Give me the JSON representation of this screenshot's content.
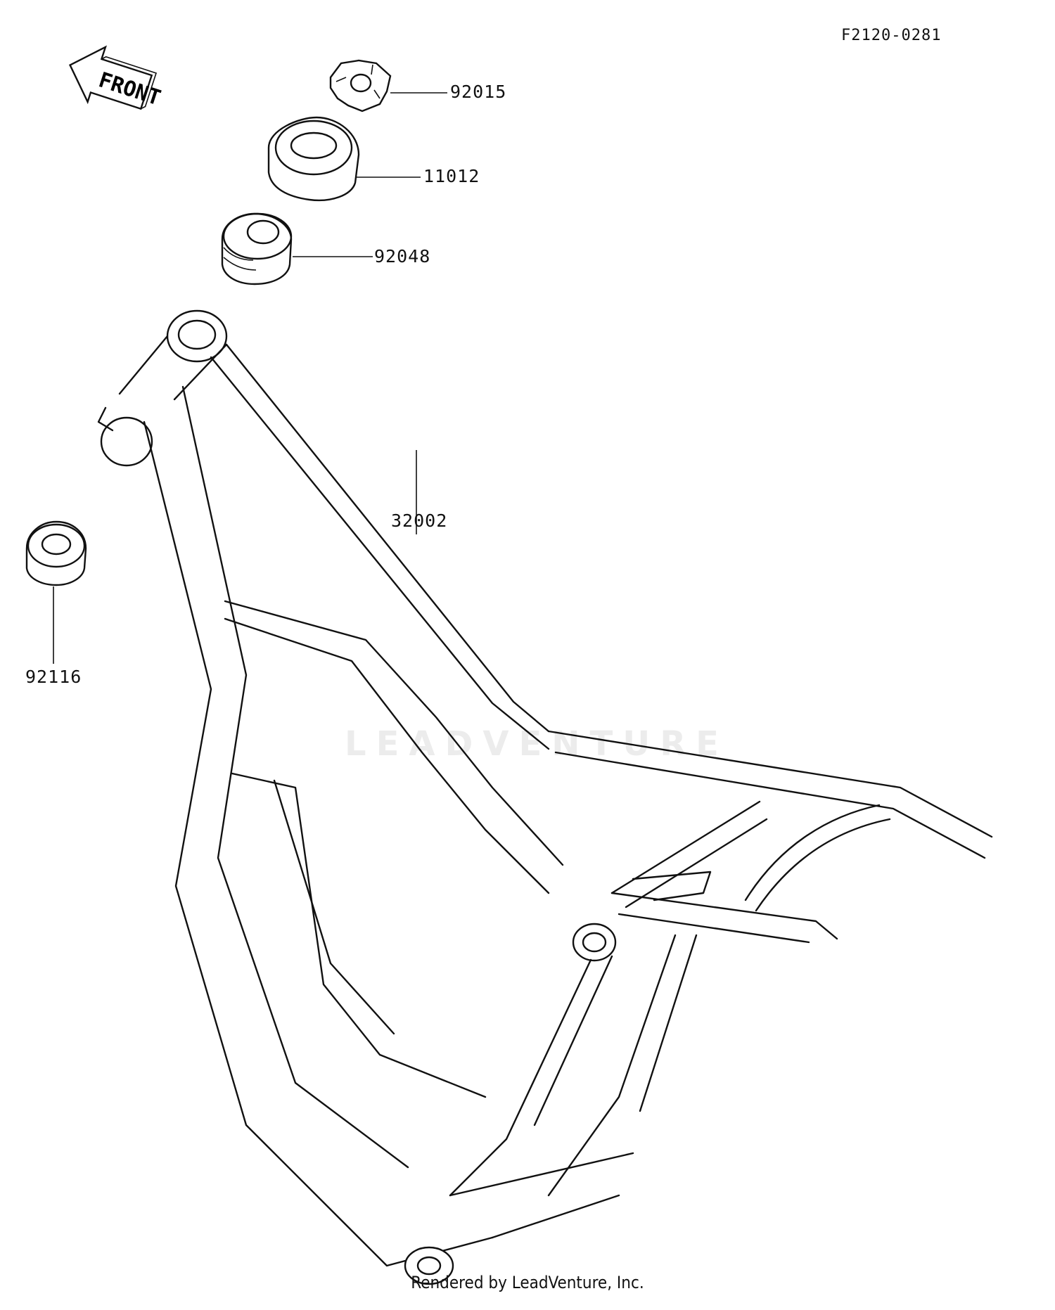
{
  "diagram": {
    "code": "F2120-0281",
    "front_label": "FRONT",
    "parts": [
      {
        "number": "92015"
      },
      {
        "number": "11012"
      },
      {
        "number": "92048"
      },
      {
        "number": "32002"
      },
      {
        "number": "92116"
      }
    ],
    "watermark": "LEADVENTURE",
    "footer": "Rendered by LeadVenture, Inc."
  }
}
